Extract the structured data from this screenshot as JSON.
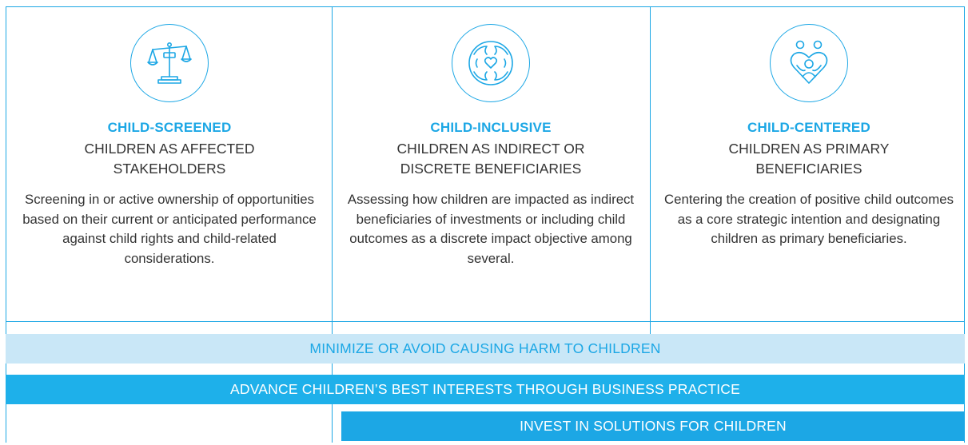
{
  "columns": [
    {
      "icon": "scales-of-justice-icon",
      "title": "CHILD-SCREENED",
      "subtitle_line1": "CHILDREN AS AFFECTED",
      "subtitle_line2": "STAKEHOLDERS",
      "description": "Screening in or active ownership of opportunities based on their current or anticipated performance against child rights and child-related considerations."
    },
    {
      "icon": "hands-around-heart-icon",
      "title": "CHILD-INCLUSIVE",
      "subtitle_line1": "CHILDREN AS INDIRECT OR",
      "subtitle_line2": "DISCRETE BENEFICIARIES",
      "description": "Assessing how children are impacted as indirect beneficiaries of investments or including child outcomes as a discrete impact objective among several."
    },
    {
      "icon": "family-heart-icon",
      "title": "CHILD-CENTERED",
      "subtitle_line1": "CHILDREN AS PRIMARY",
      "subtitle_line2": "BENEFICIARIES",
      "description": "Centering the creation of positive child outcomes as a core strategic intention and designating children as primary beneficiaries."
    }
  ],
  "bands": {
    "band1": "MINIMIZE OR AVOID CAUSING HARM TO CHILDREN",
    "band2": "ADVANCE CHILDREN’S BEST INTERESTS THROUGH BUSINESS PRACTICE",
    "band3": "INVEST IN SOLUTIONS FOR CHILDREN"
  },
  "colors": {
    "accent": "#1ca7e5",
    "band_light": "#c9e7f7",
    "band_mid": "#1eb0ea",
    "text": "#333333"
  }
}
